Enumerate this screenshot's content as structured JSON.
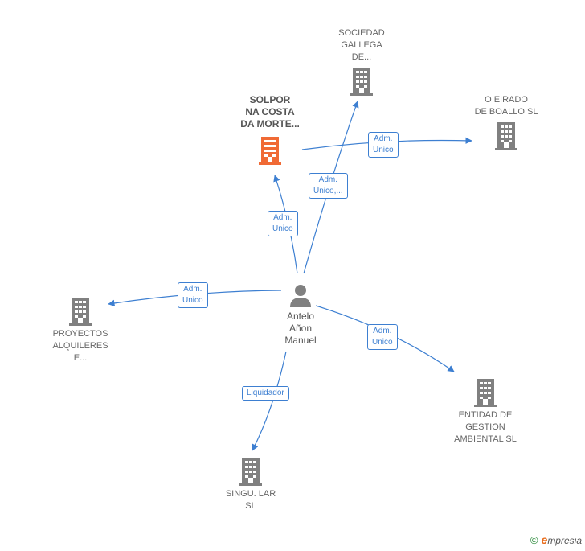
{
  "center": {
    "name": "Antelo\nAñon\nManuel",
    "icon": "person-icon"
  },
  "companies": [
    {
      "id": "solpor",
      "name": "SOLPOR\nNA COSTA\nDA MORTE...",
      "highlight": true,
      "icon": "building-icon"
    },
    {
      "id": "sociedad",
      "name": "SOCIEDAD\nGALLEGA\nDE...",
      "highlight": false,
      "icon": "building-icon"
    },
    {
      "id": "eirado",
      "name": "O EIRADO\nDE BOALLO  SL",
      "highlight": false,
      "icon": "building-icon"
    },
    {
      "id": "proyectos",
      "name": "PROYECTOS\nALQUILERES\nE...",
      "highlight": false,
      "icon": "building-icon"
    },
    {
      "id": "entidad",
      "name": "ENTIDAD DE\nGESTION\nAMBIENTAL SL",
      "highlight": false,
      "icon": "building-icon"
    },
    {
      "id": "singu",
      "name": "SINGU.  LAR\nSL",
      "highlight": false,
      "icon": "building-icon"
    }
  ],
  "relations": [
    {
      "id": "rel-solpor",
      "label": "Adm.\nUnico"
    },
    {
      "id": "rel-sociedad",
      "label": "Adm.\nUnico,..."
    },
    {
      "id": "rel-eirado",
      "label": "Adm.\nUnico"
    },
    {
      "id": "rel-proyectos",
      "label": "Adm.\nUnico"
    },
    {
      "id": "rel-entidad",
      "label": "Adm.\nUnico"
    },
    {
      "id": "rel-singu",
      "label": "Liquidador"
    }
  ],
  "colors": {
    "edge": "#3d7fd1",
    "building": "#808080",
    "building_highlight": "#f06a35",
    "person": "#808080"
  },
  "footer": {
    "copyright": "©",
    "brand_initial": "e",
    "brand_rest": "mpresia"
  }
}
